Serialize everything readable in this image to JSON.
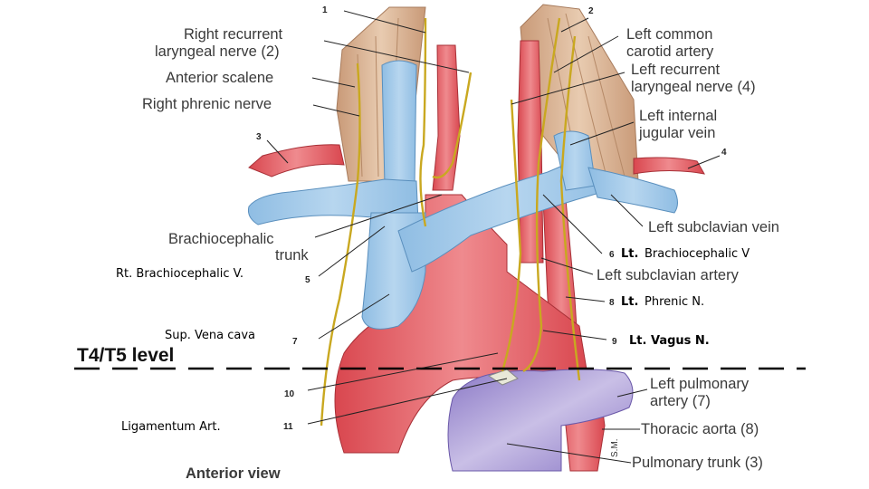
{
  "labels": {
    "right_recurrent_1": "Right recurrent",
    "right_recurrent_2": "laryngeal nerve (2)",
    "anterior_scalene": "Anterior scalene",
    "right_phrenic": "Right phrenic nerve",
    "brachiocephalic_trunk_1": "Brachiocephalic",
    "brachiocephalic_trunk_2": "trunk",
    "left_common_carotid_1": "Left common",
    "left_common_carotid_2": "carotid artery",
    "left_recurrent_1": "Left recurrent",
    "left_recurrent_2": "laryngeal nerve (4)",
    "left_internal_jugular_1": "Left internal",
    "left_internal_jugular_2": "jugular vein",
    "left_subclavian_vein": "Left subclavian vein",
    "left_subclavian_artery": "Left subclavian artery",
    "left_pulmonary_artery_1": "Left pulmonary",
    "left_pulmonary_artery_2": "artery (7)",
    "thoracic_aorta": "Thoracic aorta (8)",
    "pulmonary_trunk": "Pulmonary trunk (3)",
    "anterior_view": "Anterior view",
    "level": "T4/T5 level",
    "sm": "S.M."
  },
  "added_labels": {
    "rt_brachiocephalic_v": "Rt. Brachiocephalic V.",
    "sup_vena_cava": "Sup. Vena cava",
    "ligamentum_art": "Ligamentum Art.",
    "lt_brachiocephalic_v_prefix": "Lt.",
    "lt_brachiocephalic_v_rest": "Brachiocephalic V",
    "lt_phrenic_prefix": "Lt.",
    "lt_phrenic_rest": "Phrenic N.",
    "lt_vagus": "Lt. Vagus N."
  },
  "numbers": {
    "n1": "1",
    "n2": "2",
    "n3": "3",
    "n4": "4",
    "n5": "5",
    "n6": "6",
    "n7": "7",
    "n8": "8",
    "n9": "9",
    "n10": "10",
    "n11": "11"
  },
  "colors": {
    "vein": "#a9cdea",
    "artery": "#e25a62",
    "pulmonary": "#a08fd0",
    "nerve": "#e8d55a",
    "muscle": "#d9b596"
  }
}
